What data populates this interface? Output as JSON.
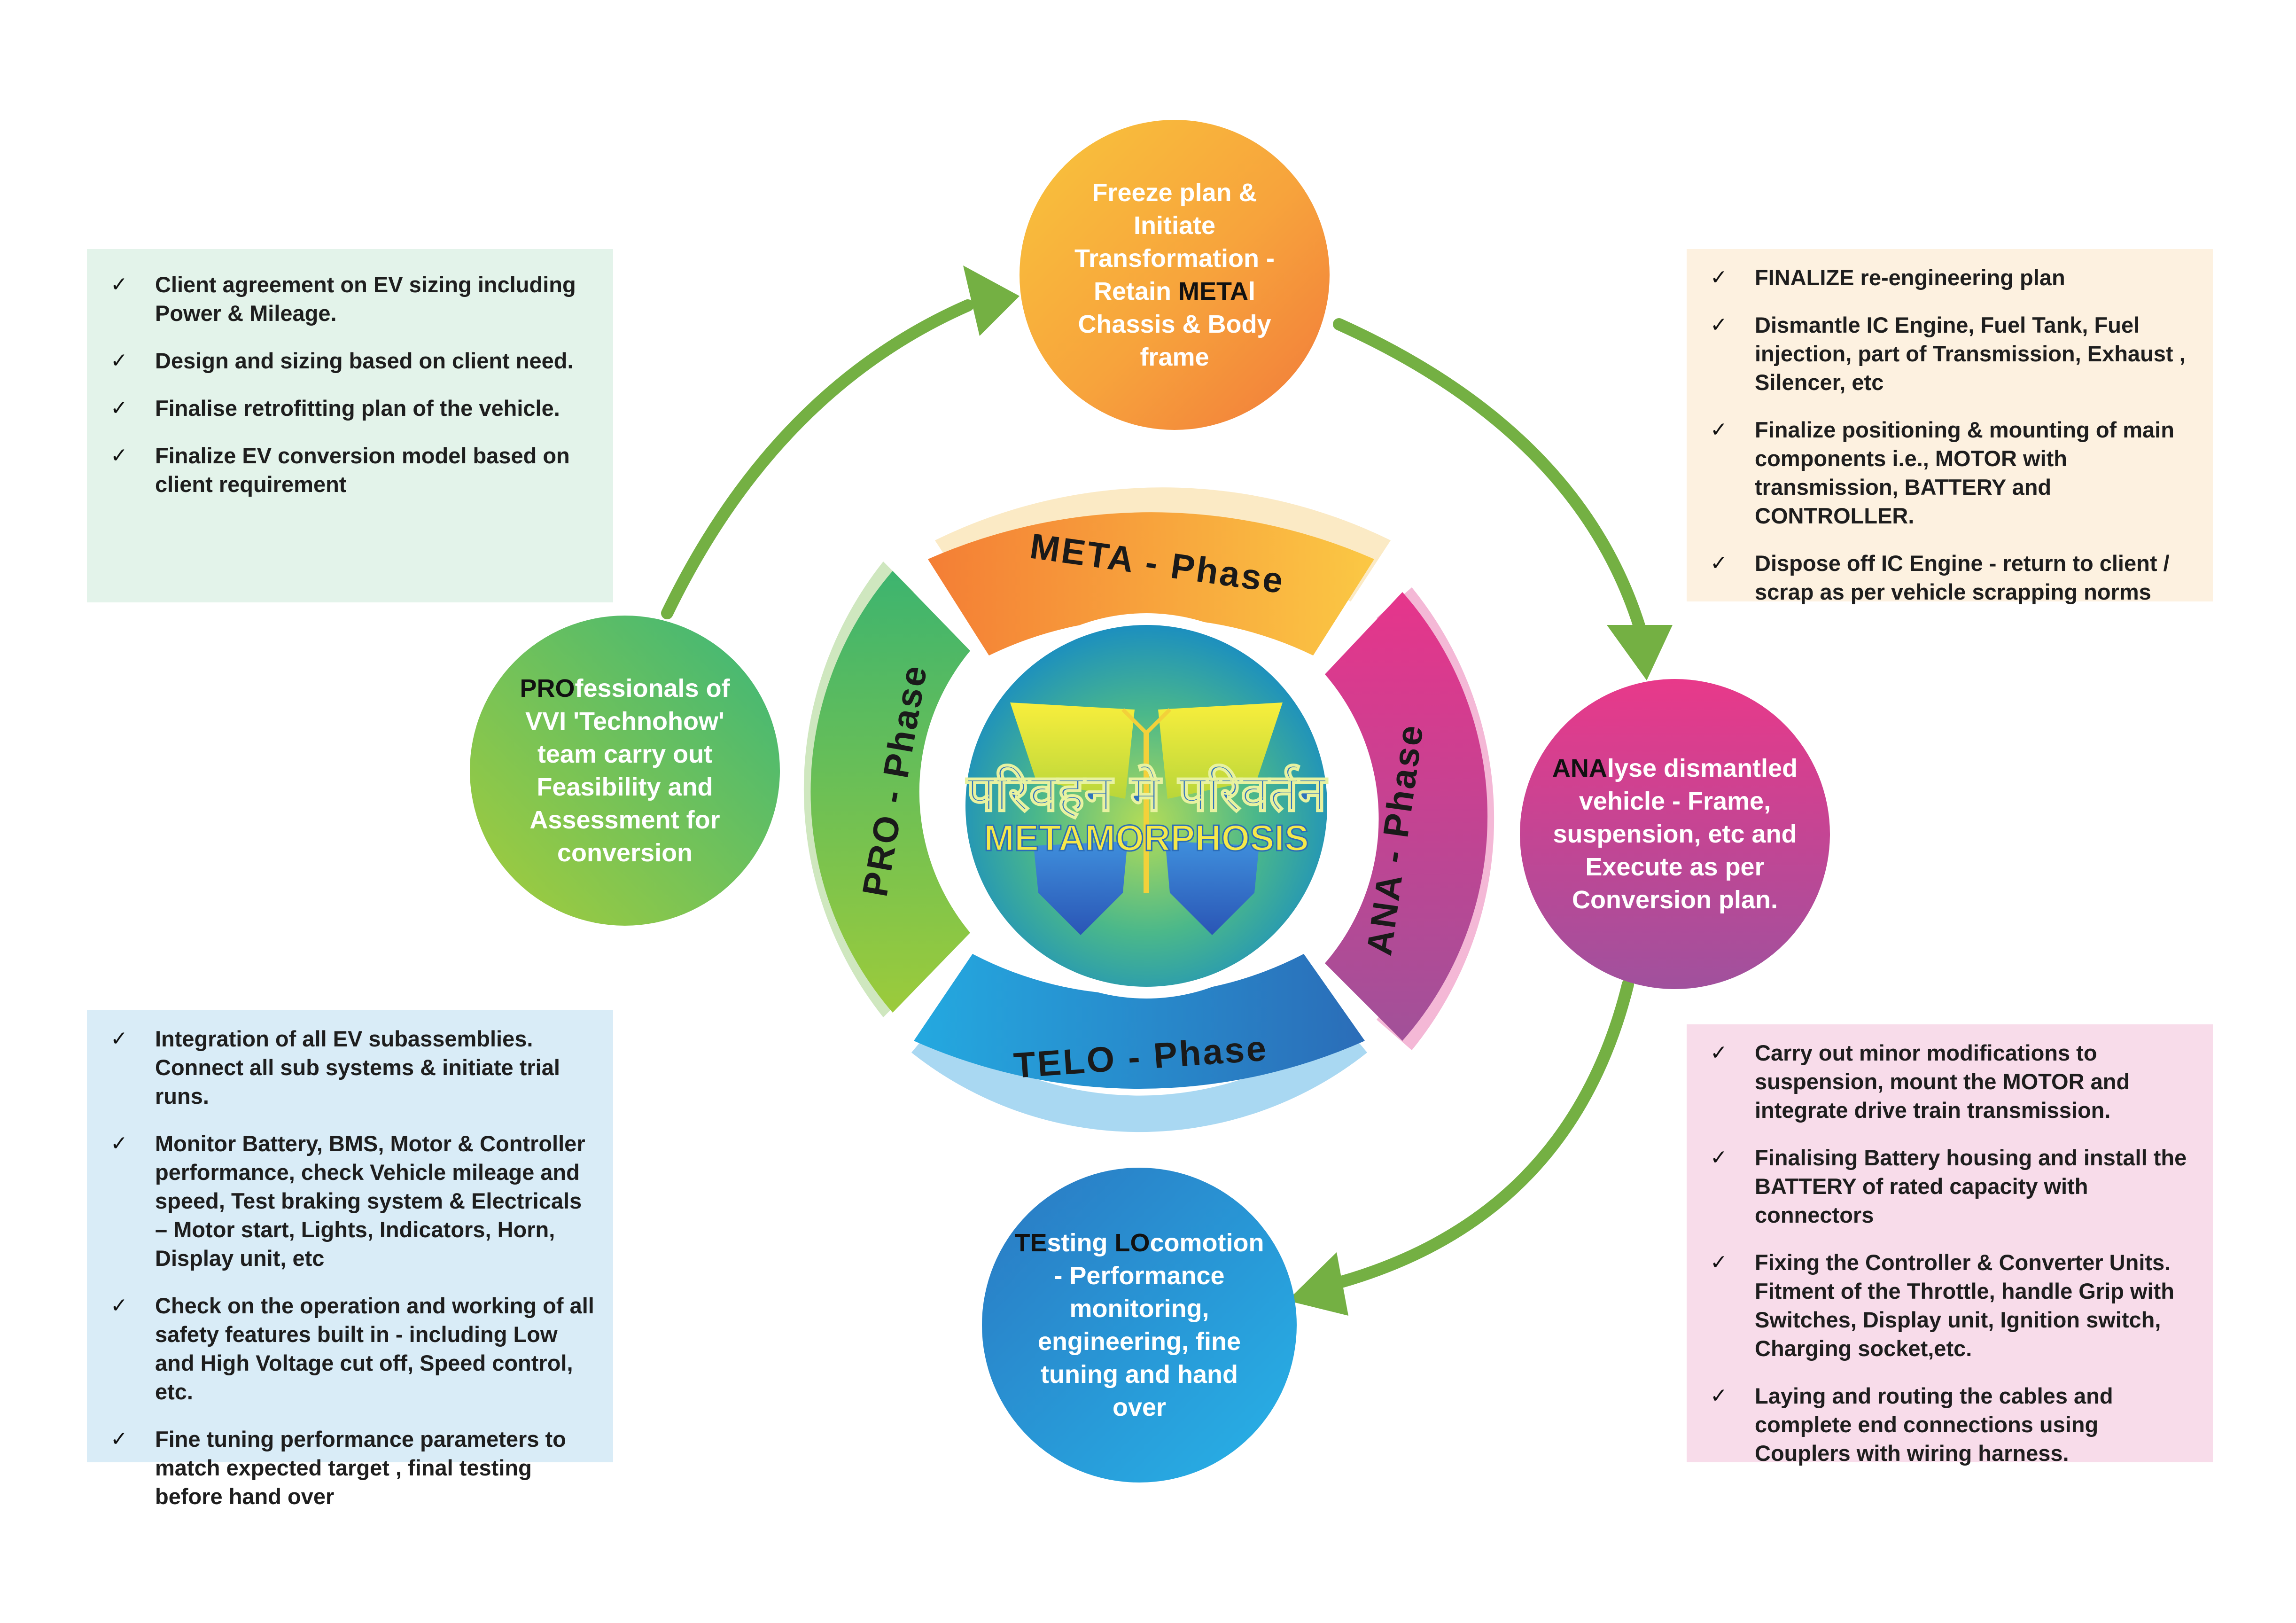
{
  "colors": {
    "arrow": "#74b043",
    "box_pro": "#e3f3ea",
    "box_meta": "#fdf1e0",
    "box_telo": "#d9ecf7",
    "box_ana": "#f8dcea"
  },
  "center": {
    "hindi_title": "परिवहन मे परिवर्तन",
    "english_title": "METAMORPHOSIS",
    "icon": "butterfly-icon"
  },
  "phases": {
    "meta": "META - Phase",
    "ana": "ANA - Phase",
    "telo": "TELO - Phase",
    "pro": "PRO - Phase"
  },
  "circles": {
    "meta": {
      "before": "Freeze plan & Initiate Transformation - Retain ",
      "highlight": "META",
      "after": "l Chassis & Body frame"
    },
    "ana": {
      "highlight": "ANA",
      "after": "lyse dismantled vehicle - Frame, suspension, etc and Execute as per Conversion plan."
    },
    "telo": {
      "highlight1": "TE",
      "mid": "sting ",
      "highlight2": "LO",
      "after": "comotion - Performance monitoring, engineering, fine tuning and hand over"
    },
    "pro": {
      "highlight": "PRO",
      "after": "fessionals of VVI 'Technohow' team carry out Feasibility and Assessment for conversion"
    }
  },
  "boxes": {
    "pro": [
      "Client agreement on EV sizing including Power & Mileage.",
      "Design and sizing based on client need.",
      "Finalise retrofitting plan of the vehicle.",
      "Finalize EV conversion model based on client requirement"
    ],
    "meta": [
      "FINALIZE re-engineering plan",
      "Dismantle IC Engine, Fuel Tank, Fuel injection, part of Transmission, Exhaust , Silencer, etc",
      "Finalize positioning & mounting of main components i.e., MOTOR with transmission, BATTERY and CONTROLLER.",
      "Dispose off IC Engine - return to client / scrap as per vehicle scrapping norms"
    ],
    "telo": [
      "Integration of all EV subassemblies. Connect all sub systems & initiate trial runs.",
      "Monitor Battery, BMS, Motor & Controller performance, check Vehicle mileage and speed, Test braking system & Electricals – Motor start, Lights, Indicators, Horn, Display unit, etc",
      "Check on the operation and working of all safety features built in - including Low and High Voltage cut off, Speed control, etc.",
      "Fine tuning performance parameters to match expected target , final testing before hand over"
    ],
    "ana": [
      "Carry out minor modifications to suspension, mount the MOTOR and integrate drive train transmission.",
      "Finalising Battery housing and install the BATTERY of rated capacity with connectors",
      "Fixing the Controller & Converter Units. Fitment of the Throttle, handle Grip with Switches, Display unit, Ignition switch, Charging socket,etc.",
      "Laying and routing the cables and complete end connections using Couplers with wiring harness."
    ]
  }
}
